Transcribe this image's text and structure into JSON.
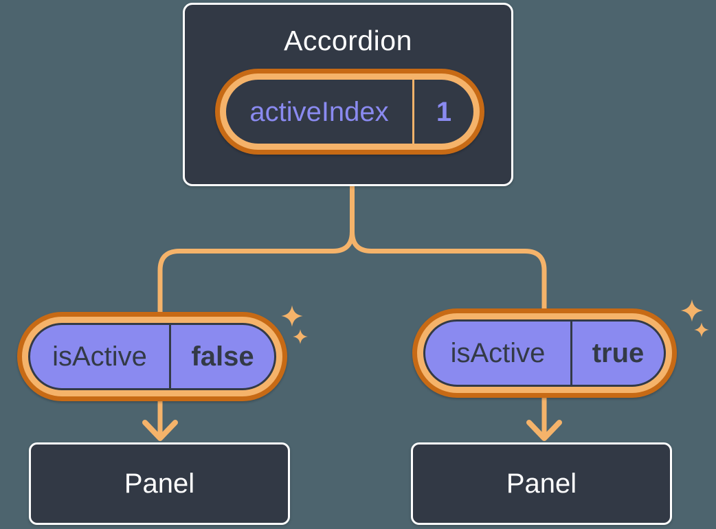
{
  "accordion": {
    "title": "Accordion",
    "state_pill": {
      "label": "activeIndex",
      "value": "1"
    }
  },
  "panels": [
    {
      "title": "Panel",
      "prop_pill": {
        "label": "isActive",
        "value": "false"
      }
    },
    {
      "title": "Panel",
      "prop_pill": {
        "label": "isActive",
        "value": "true"
      }
    }
  ],
  "icons": {
    "sparkle": "4-point-star",
    "arrow": "chevron-down-arrowhead"
  },
  "colors": {
    "background": "#4d646e",
    "box_fill": "#323945",
    "box_border": "#ffffff",
    "pill_ring_outer": "#c76a15",
    "pill_ring_inner": "#f5b36a",
    "pill_fill_purple": "#8a8af0",
    "connector": "#f5b36a",
    "text_light": "#ffffff",
    "text_dark": "#333a46",
    "text_purple": "#8a8af0"
  }
}
